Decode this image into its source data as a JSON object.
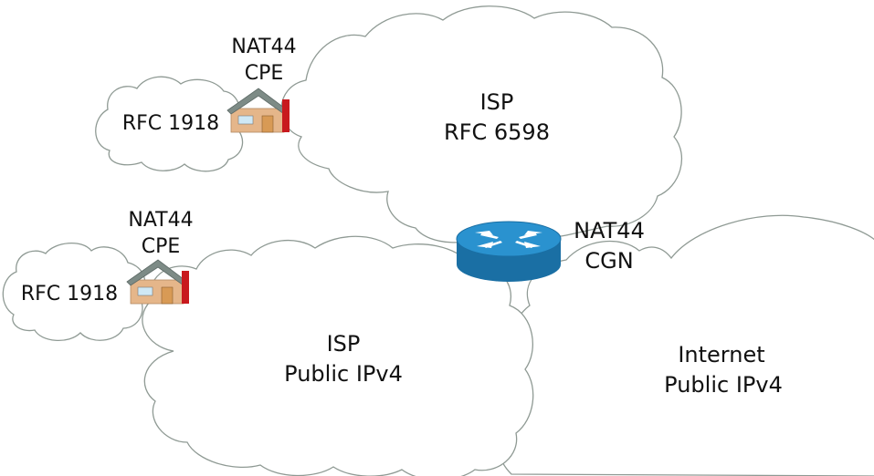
{
  "clouds": {
    "isp_rfc6598": {
      "line1": "ISP",
      "line2": "RFC 6598"
    },
    "isp_public": {
      "line1": "ISP",
      "line2": "Public IPv4"
    },
    "internet": {
      "line1": "Internet",
      "line2": "Public IPv4"
    },
    "home_top": {
      "label": "RFC 1918"
    },
    "home_bottom": {
      "label": "RFC 1918"
    }
  },
  "devices": {
    "cpe_top": {
      "line1": "NAT44",
      "line2": "CPE",
      "icon": "house-icon"
    },
    "cpe_bottom": {
      "line1": "NAT44",
      "line2": "CPE",
      "icon": "house-icon"
    },
    "cgn": {
      "line1": "NAT44",
      "line2": "CGN",
      "icon": "router-icon"
    }
  },
  "colors": {
    "cloud_stroke": "#8f9a94",
    "router_top": "#2a92cf",
    "router_side": "#1a6fa4",
    "house_wall": "#e5b68a",
    "house_roof": "#7d8b86",
    "chimney": "#c8191e"
  }
}
